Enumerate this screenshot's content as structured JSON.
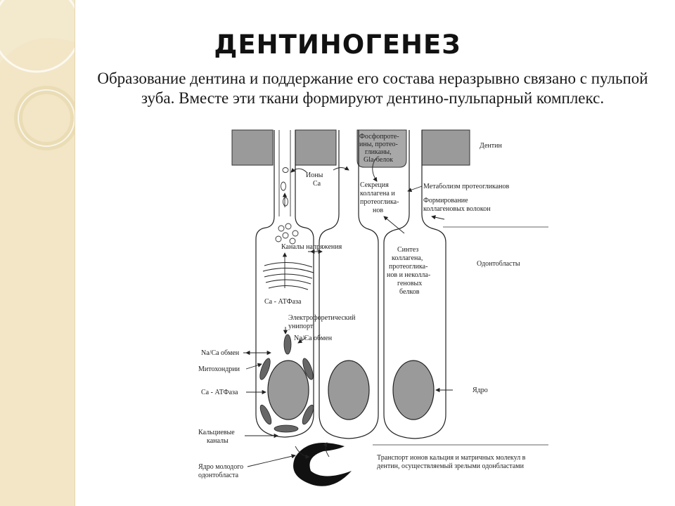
{
  "slide": {
    "title": "ДЕНТИНОГЕНЕЗ",
    "intro": "Образование дентина и поддержание его состава неразрывно связано с пульпой зуба. Вместе эти ткани формируют дентино-пульпарный комплекс."
  },
  "diagram": {
    "labels": {
      "dentin": "Дентин",
      "phospho_1": "Фосфопроте-",
      "phospho_2": "ины, протео-",
      "phospho_3": "гликаны,",
      "phospho_4": "Gla-белок",
      "ca_ions_1": "Ионы",
      "ca_ions_2": "Ca",
      "secretion_1": "Секреция",
      "secretion_2": "коллагена и",
      "secretion_3": "протеоглика-",
      "secretion_4": "нов",
      "pg_metabolism": "Метаболизм протеогликанов",
      "fiber_form_1": "Формирование",
      "fiber_form_2": "коллагеновых волокон",
      "voltage_channels": "Каналы напряжения",
      "synthesis_1": "Синтез",
      "synthesis_2": "коллагена,",
      "synthesis_3": "протеоглика-",
      "synthesis_4": "нов и неколла-",
      "synthesis_5": "геновых",
      "synthesis_6": "белков",
      "odontoblasts": "Одонтобласты",
      "ca_atpase_1": "Ca - АТФаза",
      "uniporter_1": "Электрофоретический",
      "uniporter_2": "унипорт",
      "naca_exchange": "Na/Ca обмен",
      "naca_exchange_left": "Na/Ca обмен",
      "mitochondria": "Митохондрии",
      "ca_atpase_2": "Ca - АТФаза",
      "nucleus": "Ядро",
      "calcium_channels_1": "Кальциевые",
      "calcium_channels_2": "каналы",
      "young_nucleus_1": "Ядро молодого",
      "young_nucleus_2": "одонтобласта",
      "transport_1": "Транспорт ионов кальция и матричных молекул в",
      "transport_2": "дентин, осуществляемый зрелыми одонбластами"
    }
  }
}
